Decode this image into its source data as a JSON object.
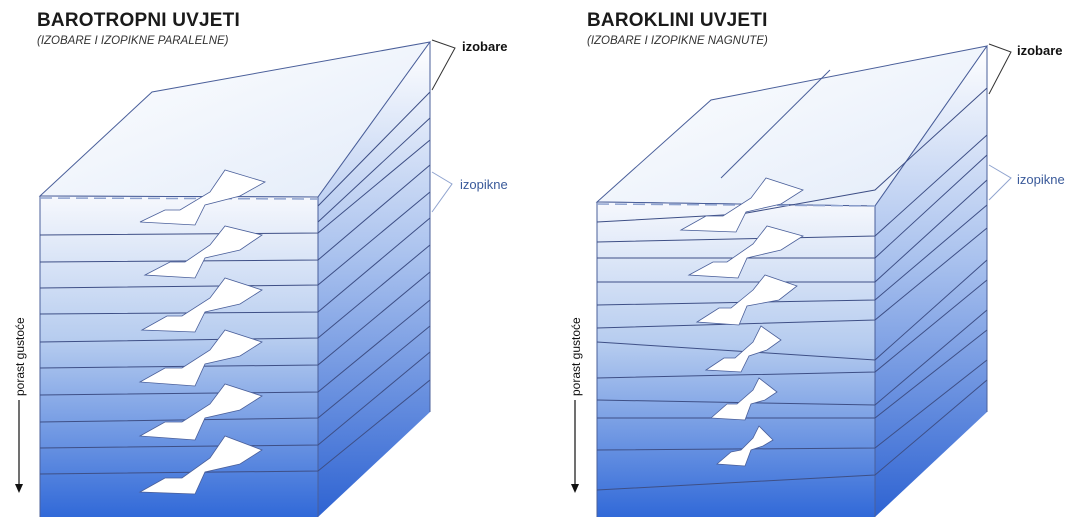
{
  "panels": [
    {
      "title": "BAROTROPNI UVJETI",
      "subtitle": "(IZOBARE I IZOPIKNE PARALELNE)",
      "isobar_label": "izobare",
      "isopycnal_label": "izopikne",
      "axis_label": "porast gustoće"
    },
    {
      "title": "BAROKLINI UVJETI",
      "subtitle": "(IZOBARE I IZOPIKNE NAGNUTE)",
      "isobar_label": "izobare",
      "isopycnal_label": "izopikne",
      "axis_label": "porast gustoće"
    }
  ],
  "colors": {
    "line": "#4a5f9a",
    "block_top": "#f4f7fd",
    "block_mid": "#a9c1ec",
    "block_bottom": "#2f66d6",
    "label_blue": "#3a5a9a"
  }
}
